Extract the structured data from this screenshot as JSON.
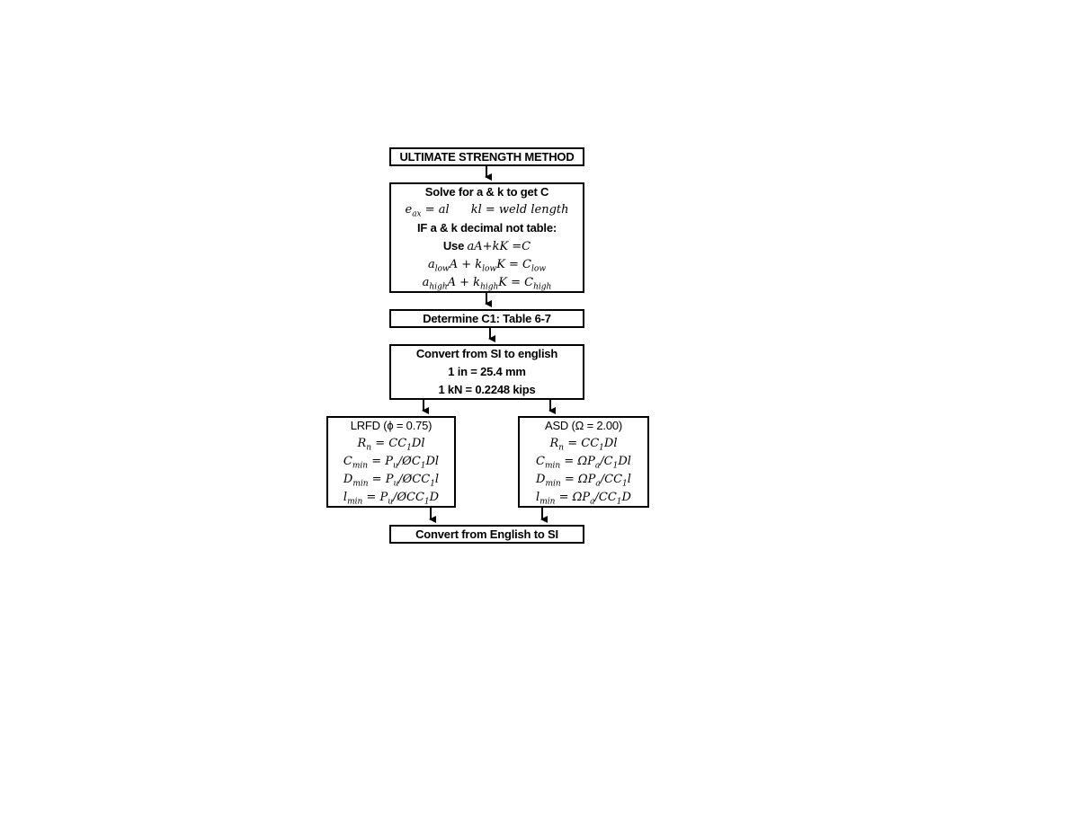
{
  "flowchart": {
    "title_box": {
      "label": "ULTIMATE STRENGTH METHOD"
    },
    "solve_box": {
      "heading": "Solve for a & k to get C",
      "eq_eax": "e",
      "eq_eax_sub": "ax",
      "eq_eax_rhs": " = al",
      "eq_kl": "kl = weld length",
      "if_line": "IF a & k decimal not table:",
      "use_label": "Use ",
      "use_eq": "aA+kK =C",
      "low_a": "a",
      "low_a_sub": "low",
      "low_mid": "A + k",
      "low_k_sub": "low",
      "low_end": "K = C",
      "low_c_sub": "low",
      "high_a": "a",
      "high_a_sub": "high",
      "high_mid": "A + k",
      "high_k_sub": "high",
      "high_end": "K = C",
      "high_c_sub": "high"
    },
    "c1_box": {
      "label": "Determine C1: Table 6-7"
    },
    "convert_box": {
      "heading": "Convert from SI to english",
      "line1": "1 in = 25.4 mm",
      "line2": "1 kN = 0.2248 kips"
    },
    "lrfd_box": {
      "heading": "LRFD (ϕ = 0.75)",
      "rn_a": "R",
      "rn_sub": "n",
      "rn_b": " = CC",
      "rn_c1": "1",
      "rn_end": "Dl",
      "cmin_a": "C",
      "cmin_sub": "min",
      "cmin_b": " = P",
      "cmin_u": "u",
      "cmin_c": "/ØC",
      "cmin_1": "1",
      "cmin_end": "Dl",
      "dmin_a": "D",
      "dmin_sub": "min",
      "dmin_b": " = P",
      "dmin_u": "u",
      "dmin_c": "/ØCC",
      "dmin_1": "1",
      "dmin_end": "l",
      "lmin_a": "l",
      "lmin_sub": "min",
      "lmin_b": " = P",
      "lmin_u": "u",
      "lmin_c": "/ØCC",
      "lmin_1": "1",
      "lmin_end": "D"
    },
    "asd_box": {
      "heading": "ASD (Ω = 2.00)",
      "rn_a": "R",
      "rn_sub": "n",
      "rn_b": " = CC",
      "rn_c1": "1",
      "rn_end": "Dl",
      "cmin_a": "C",
      "cmin_sub": "min",
      "cmin_b": " = ΩP",
      "cmin_u": "a",
      "cmin_c": "/C",
      "cmin_1": "1",
      "cmin_end": "Dl",
      "dmin_a": "D",
      "dmin_sub": "min",
      "dmin_b": " = ΩP",
      "dmin_u": "a",
      "dmin_c": "/CC",
      "dmin_1": "1",
      "dmin_end": "l",
      "lmin_a": "l",
      "lmin_sub": "min",
      "lmin_b": " = ΩP",
      "lmin_u": "a",
      "lmin_c": "/CC",
      "lmin_1": "1",
      "lmin_end": "D"
    },
    "final_box": {
      "label": "Convert from English to SI"
    },
    "colors": {
      "stroke": "#000000",
      "background": "#ffffff"
    }
  }
}
